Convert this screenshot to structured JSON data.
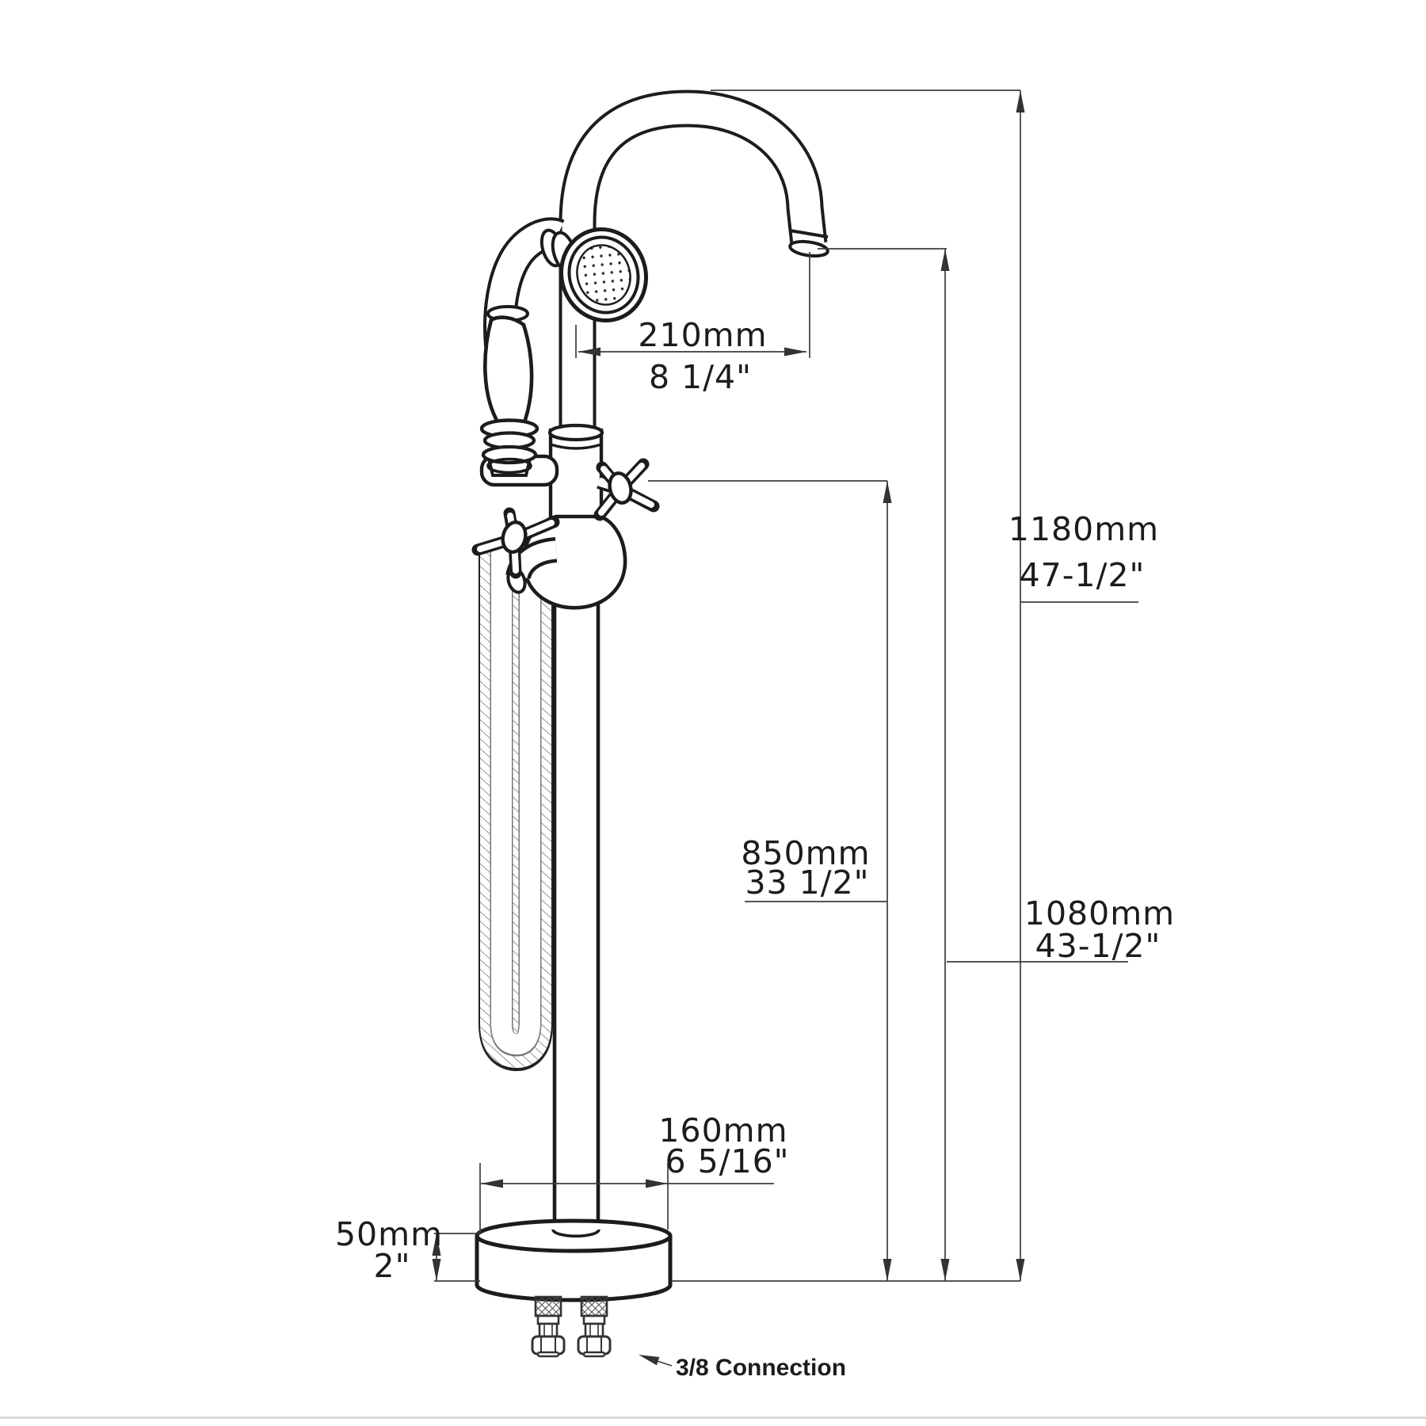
{
  "drawing": {
    "type": "freestanding-tub-faucet-dimension-diagram",
    "line_color": "#1c1c1c",
    "dim_line_color": "#3d3d3d",
    "bottom_rule_color": "#d9d9d9"
  },
  "dimensions": {
    "spout_reach": {
      "mm": "210mm",
      "inch": "8 1/4\""
    },
    "total_height": {
      "mm": "1180mm",
      "inch": "47-1/2\""
    },
    "spout_height": {
      "mm": "1080mm",
      "inch": "43-1/2\""
    },
    "handle_height": {
      "mm": "850mm",
      "inch": "33 1/2\""
    },
    "base_diameter": {
      "mm": "160mm",
      "inch": "6 5/16\""
    },
    "base_thickness": {
      "mm": "50mm",
      "inch": "2\""
    }
  },
  "annotation": {
    "connection": "3/8 Connection"
  }
}
